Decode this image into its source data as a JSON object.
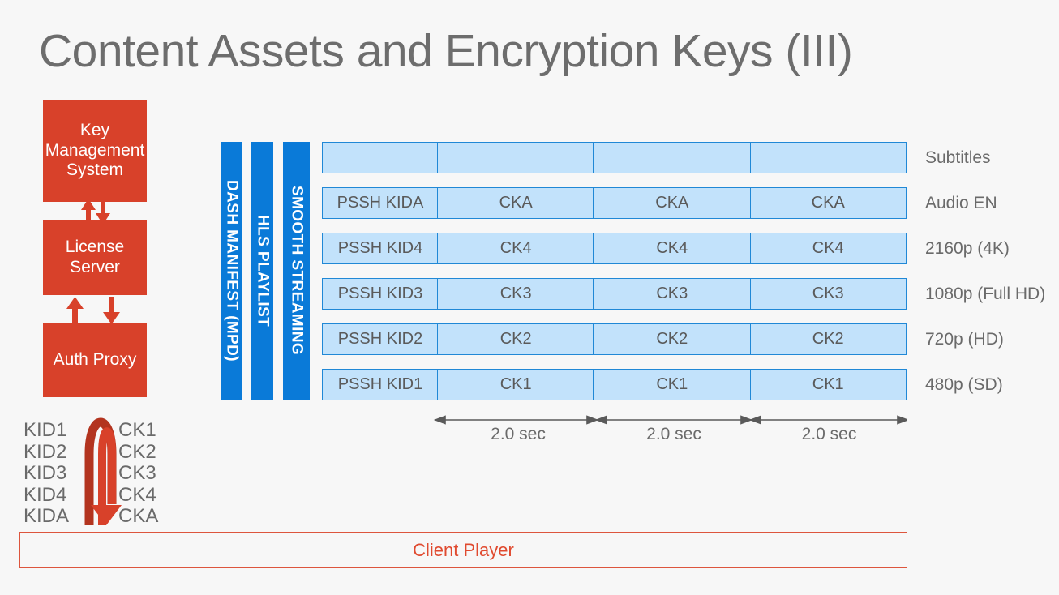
{
  "slide": {
    "title": "Content Assets and Encryption Keys (III)",
    "background_color": "#f7f7f7"
  },
  "colors": {
    "red": "#d8412a",
    "red_outline": "#dd553d",
    "red_text": "#e04a2f",
    "blue_bar": "#0a7ad8",
    "cell_fill": "#c2e2fb",
    "cell_border": "#2088d6",
    "title_gray": "#6d6d6d",
    "body_gray": "#6a6a6a"
  },
  "left_stack": {
    "boxes": [
      {
        "name": "key-management-system",
        "label": "Key Management System"
      },
      {
        "name": "license-server",
        "label": "License Server"
      },
      {
        "name": "auth-proxy",
        "label": "Auth Proxy"
      }
    ]
  },
  "key_mapping": {
    "kids": [
      "KID1",
      "KID2",
      "KID3",
      "KID4",
      "KIDA"
    ],
    "cks": [
      "CK1",
      "CK2",
      "CK3",
      "CK4",
      "CKA"
    ],
    "arrow": "curved-down-arrow"
  },
  "manifest_bars": [
    {
      "name": "dash-manifest-bar",
      "label": "DASH MANIFEST (MPD)"
    },
    {
      "name": "hls-playlist-bar",
      "label": "HLS PLAYLIST"
    },
    {
      "name": "smooth-streaming-bar",
      "label": "SMOOTH STREAMING"
    }
  ],
  "grid": {
    "rows": [
      {
        "name": "row-subtitles",
        "cells": [
          "",
          "",
          "",
          ""
        ],
        "track_label": "Subtitles"
      },
      {
        "name": "row-audio-en",
        "cells": [
          "PSSH KIDA",
          "CKA",
          "CKA",
          "CKA"
        ],
        "track_label": "Audio EN"
      },
      {
        "name": "row-2160p",
        "cells": [
          "PSSH KID4",
          "CK4",
          "CK4",
          "CK4"
        ],
        "track_label": "2160p (4K)"
      },
      {
        "name": "row-1080p",
        "cells": [
          "PSSH KID3",
          "CK3",
          "CK3",
          "CK3"
        ],
        "track_label": "1080p (Full HD)"
      },
      {
        "name": "row-720p",
        "cells": [
          "PSSH KID2",
          "CK2",
          "CK2",
          "CK2"
        ],
        "track_label": "720p (HD)"
      },
      {
        "name": "row-480p",
        "cells": [
          "PSSH KID1",
          "CK1",
          "CK1",
          "CK1"
        ],
        "track_label": "480p (SD)"
      }
    ]
  },
  "timing": {
    "segments": [
      "2.0 sec",
      "2.0 sec",
      "2.0 sec"
    ]
  },
  "client_player": {
    "label": "Client Player"
  }
}
